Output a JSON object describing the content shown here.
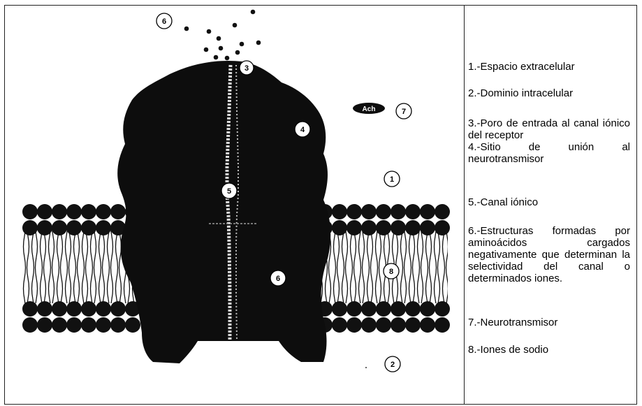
{
  "figure": {
    "legend": [
      "1.-Espacio extracelular",
      "2.-Dominio intracelular",
      "3.-Poro de entrada al canal iónico del receptor",
      "4.-Sitio de unión al neurotransmisor",
      "5.-Canal iónico",
      "6.-Estructuras formadas por aminoácidos cargados negativamente que determinan la selectividad del canal o determinados iones.",
      "7.-Neurotransmisor",
      "8.-Iones de sodio"
    ],
    "neurotransmitter_tag": "Ach",
    "markers": [
      "1",
      "2",
      "3",
      "4",
      "5",
      "6",
      "7",
      "8",
      "6"
    ],
    "colors": {
      "ink": "#0d0d0d",
      "membrane_head": "#111111",
      "background": "#ffffff"
    }
  }
}
